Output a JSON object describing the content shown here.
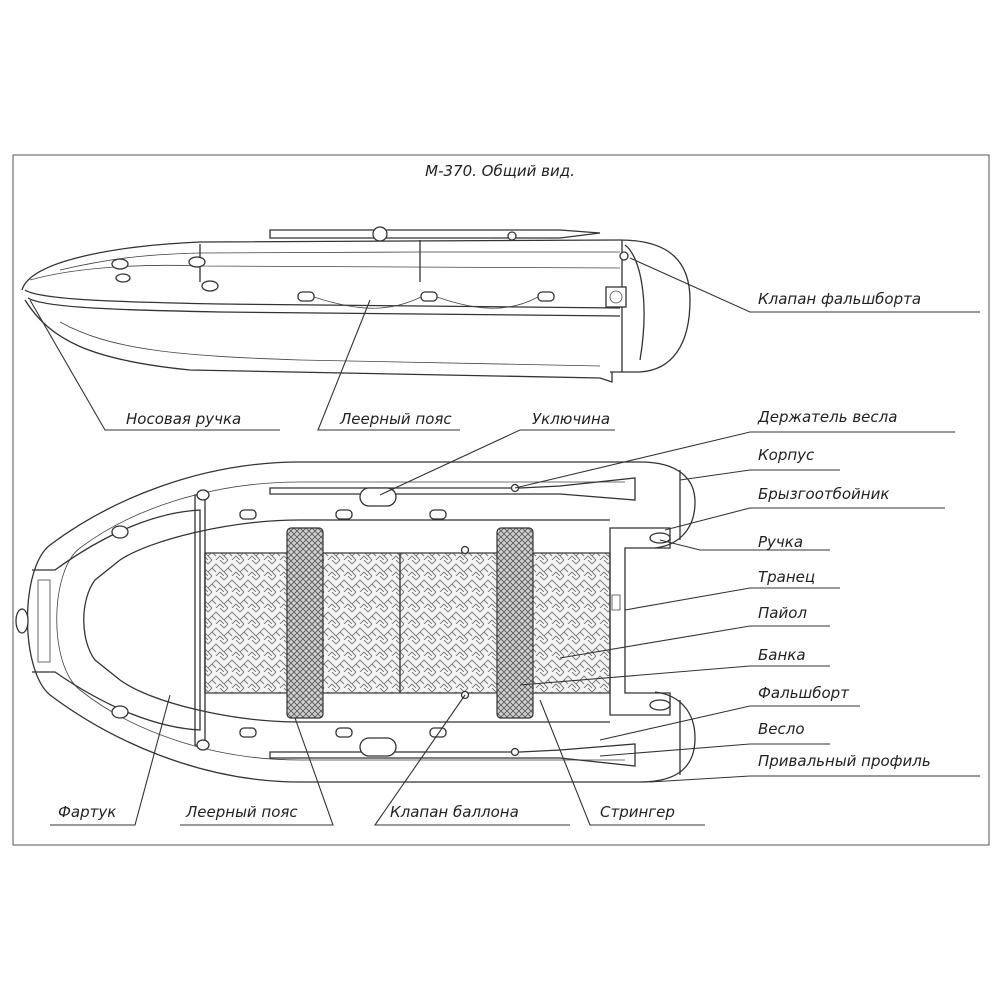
{
  "title": "М-370. Общий вид.",
  "labels": {
    "valve_falshbort": "Клапан фальшборта",
    "nose_handle": "Носовая ручка",
    "rope_belt_top": "Леерный пояс",
    "oarlock": "Уключина",
    "oar_holder": "Держатель весла",
    "hull": "Корпус",
    "splash_guard": "Брызгоотбойник",
    "handle": "Ручка",
    "transom": "Транец",
    "floor": "Пайол",
    "bench": "Банка",
    "falshbort": "Фальшборт",
    "oar": "Весло",
    "rub_strake": "Привальный профиль",
    "apron": "Фартук",
    "rope_belt_bottom": "Леерный пояс",
    "balloon_valve": "Клапан баллона",
    "stringer": "Стрингер"
  },
  "colors": {
    "line": "#333333",
    "paper": "#ffffff"
  }
}
